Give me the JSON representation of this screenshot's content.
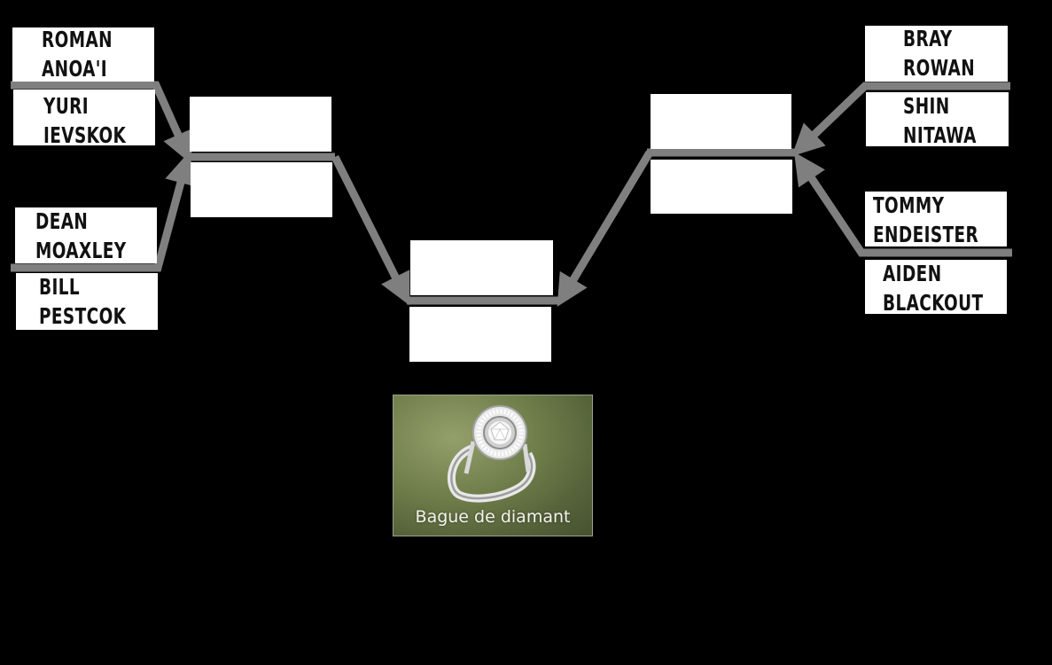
{
  "bracket": {
    "left_round1": {
      "match1": {
        "top": "ROMAN\nANOA'I",
        "bottom": "YURI\nIEVSKOK"
      },
      "match2": {
        "top": "DEAN\nMOAXLEY",
        "bottom": "BILL\nPESTCOK"
      }
    },
    "right_round1": {
      "match1": {
        "top": "BRAY\nROWAN",
        "bottom": "SHIN\nNITAWA"
      },
      "match2": {
        "top": "TOMMY\nENDEISTER",
        "bottom": "AIDEN\nBLACKOUT"
      }
    }
  },
  "prize": {
    "label": "Bague de diamant",
    "icon": "diamond-ring-icon"
  },
  "colors": {
    "background": "#000000",
    "slot": "#ffffff",
    "connector": "#7f7f7f",
    "prize_bg": "#6e7c49"
  }
}
